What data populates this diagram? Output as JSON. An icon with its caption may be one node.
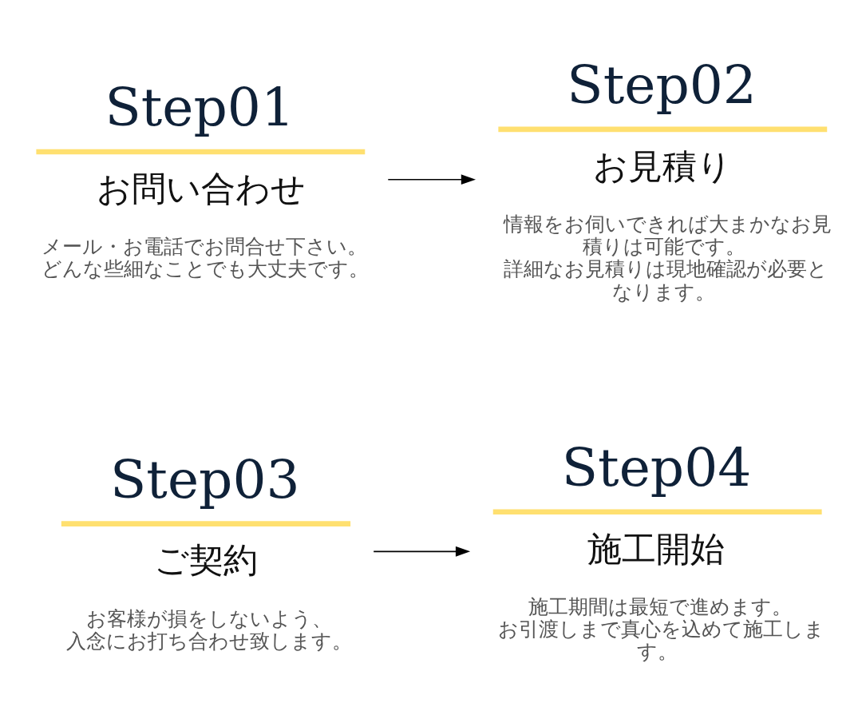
{
  "diagram": {
    "nodes": [
      {
        "text": [
          "Step01",
          "お問い合わせ",
          "メール・お電話でお問合せ下さい。どんな些細なことでも大丈夫です。"
        ]
      },
      {
        "text": [
          "Step02",
          "お見積り",
          "情報をお伺いできれば大まかなお見積りは可能です。詳細なお見積りは現地確認が必要となります。"
        ]
      },
      {
        "text": [
          "Step03",
          "ご契約",
          "お客様が損をしないよう、入念にお打ち合わせ致します。"
        ]
      },
      {
        "text": [
          "Step04",
          "施工開始",
          "施工期間は最短で進めます。お引渡しまで真心を込めて施工します。"
        ]
      }
    ],
    "edges": [
      {
        "from": 0,
        "to": 1,
        "arrow": "to"
      },
      {
        "from": 2,
        "to": 3,
        "arrow": "to"
      }
    ]
  }
}
